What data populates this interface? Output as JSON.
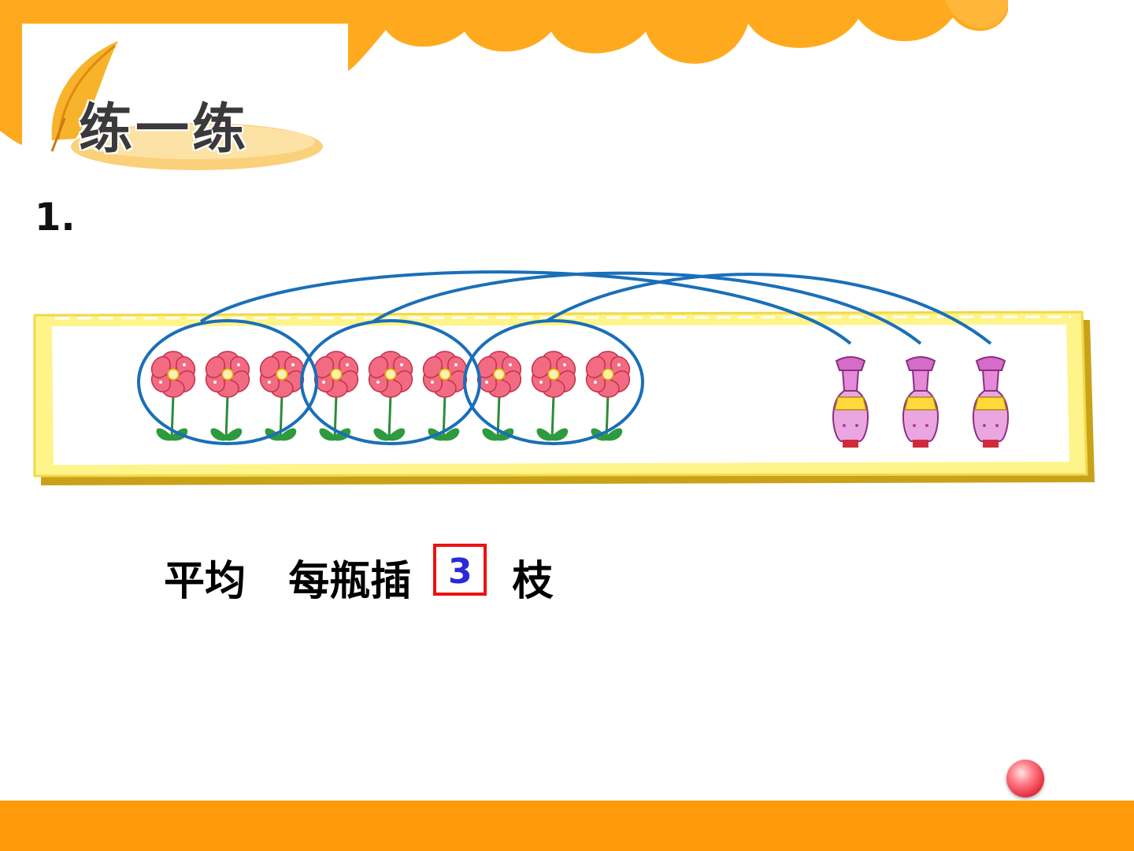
{
  "header": {
    "title": "练一练"
  },
  "question": {
    "number": "1."
  },
  "scene": {
    "flower_count": 9,
    "group_count": 3,
    "vase_count": 3,
    "flower_icon": "flower-icon",
    "vase_icon": "vase-icon"
  },
  "sentence": {
    "part1": "平均",
    "part2": "每瓶插",
    "answer": "3",
    "unit": "枝"
  },
  "colors": {
    "banner_orange": "#ffaa1e",
    "frame_yellow": "#fff48a",
    "flower_pink": "#f26b82",
    "circle_blue": "#1a6fb8",
    "vase_purple": "#d46cc8",
    "answer_red": "#ee1111",
    "answer_blue": "#2a2ad8",
    "bottom_bar": "#ff9a0a"
  },
  "nav": {
    "icon": "next-ball-icon"
  }
}
